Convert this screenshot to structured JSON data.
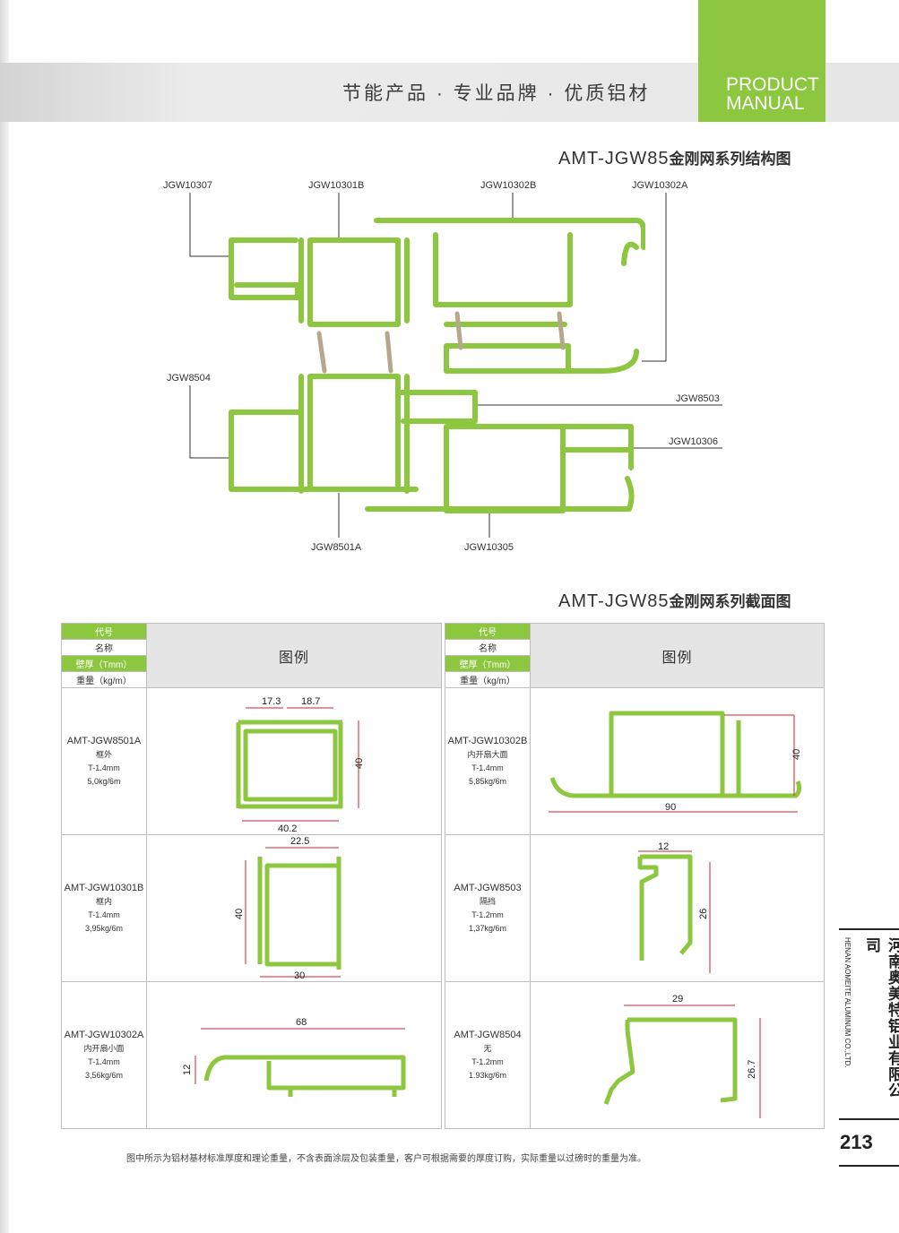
{
  "header": {
    "slogan": "节能产品 · 专业品牌 · 优质铝材",
    "tab_line1": "PRODUCT",
    "tab_line2": "MANUAL",
    "accent_color": "#8dc63f"
  },
  "structure": {
    "title_prefix": "AMT-JGW85",
    "title_suffix": "金刚网系列结构图",
    "labels": {
      "jgw10307": "JGW10307",
      "jgw10301b": "JGW10301B",
      "jgw10302b": "JGW10302B",
      "jgw10302a": "JGW10302A",
      "jgw8504": "JGW8504",
      "jgw8503": "JGW8503",
      "jgw10306": "JGW10306",
      "jgw8501a": "JGW8501A",
      "jgw10305": "JGW10305"
    }
  },
  "section": {
    "title_prefix": "AMT-JGW85",
    "title_suffix": "金刚网系列截面图",
    "header": {
      "code": "代号",
      "name": "名称",
      "thickness": "壁厚（Tmm）",
      "weight": "重量（kg/m）",
      "legend": "图例"
    },
    "left": [
      {
        "code": "AMT-JGW8501A",
        "name": "框外",
        "thickness": "T-1.4mm",
        "weight": "5,0kg/6m",
        "dims": {
          "a": "17.3",
          "b": "18.7",
          "h": "40",
          "w": "40.2"
        }
      },
      {
        "code": "AMT-JGW10301B",
        "name": "框内",
        "thickness": "T-1.4mm",
        "weight": "3,95kg/6m",
        "dims": {
          "top": "22.5",
          "h": "40",
          "w": "30"
        }
      },
      {
        "code": "AMT-JGW10302A",
        "name": "内开扇小面",
        "thickness": "T-1.4mm",
        "weight": "3,56kg/6m",
        "dims": {
          "w": "68",
          "h": "12"
        }
      }
    ],
    "right": [
      {
        "code": "AMT-JGW10302B",
        "name": "内开扇大面",
        "thickness": "T-1.4mm",
        "weight": "5,85kg/6m",
        "dims": {
          "w": "90",
          "h": "40"
        }
      },
      {
        "code": "AMT-JGW8503",
        "name": "隔挡",
        "thickness": "T-1.2mm",
        "weight": "1,37kg/6m",
        "dims": {
          "w": "12",
          "h": "26"
        }
      },
      {
        "code": "AMT-JGW8504",
        "name": "无",
        "thickness": "T-1.2mm",
        "weight": "1.93kg/6m",
        "dims": {
          "w": "29",
          "h": "26.7"
        }
      }
    ]
  },
  "footer": {
    "note": "图中所示为铝材基材标准厚度和理论重量，不含表面涂层及包装重量，客户可根据需要的厚度订购，实际重量以过磅时的重量为准。",
    "company_cn": "河南奥美特铝业有限公司",
    "company_en": "HENAN AOMEITE ALUMINUM CO.,LTD.",
    "page": "213"
  }
}
